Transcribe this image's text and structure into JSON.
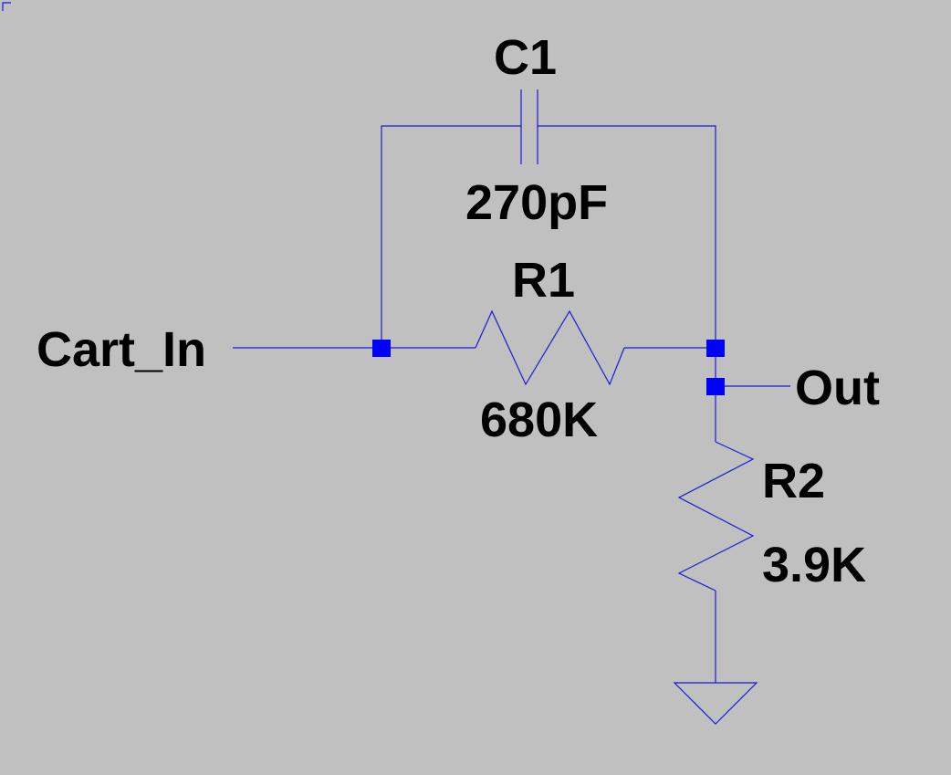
{
  "schematic": {
    "nets": {
      "input": "Cart_In",
      "output": "Out"
    },
    "components": {
      "c1": {
        "ref": "C1",
        "value": "270pF"
      },
      "r1": {
        "ref": "R1",
        "value": "680K"
      },
      "r2": {
        "ref": "R2",
        "value": "3.9K"
      }
    },
    "colors": {
      "background": "#c0c0c0",
      "wire": "#1a1ad6",
      "junction": "#0000ff",
      "text": "#000000"
    }
  }
}
